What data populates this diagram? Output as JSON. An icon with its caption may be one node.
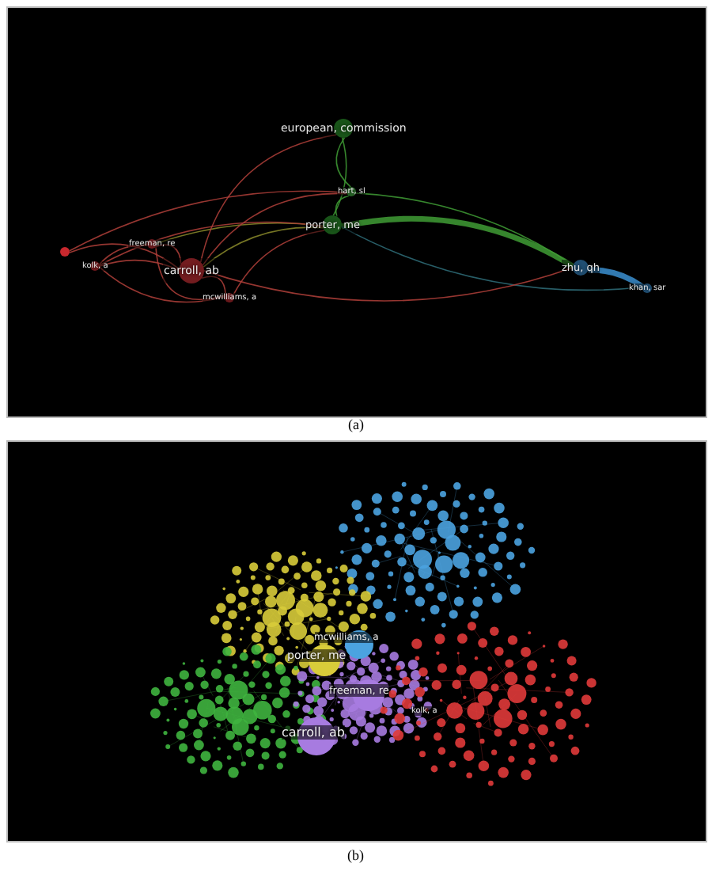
{
  "diagram": {
    "nodes": [
      {
        "text": [
          "european, commission"
        ]
      },
      {
        "text": [
          "hart, sl"
        ]
      },
      {
        "text": [
          "porter, me"
        ]
      },
      {
        "text": [],
        "shape": "circle"
      },
      {
        "text": [
          "freeman, re"
        ]
      },
      {
        "text": [
          "kolk, a"
        ]
      },
      {
        "text": [
          "carroll, ab"
        ]
      },
      {
        "text": [
          "mcwilliams, a"
        ]
      },
      {
        "text": [
          "zhu, qh"
        ]
      },
      {
        "text": [
          "khan, sar"
        ]
      }
    ],
    "edges": [
      {
        "from": 0,
        "to": 1,
        "arrow": "none",
        "color": "#3f9c35"
      },
      {
        "from": 0,
        "to": 2,
        "arrow": "none",
        "color": "#3f9c35"
      },
      {
        "from": 1,
        "to": 2,
        "arrow": "none",
        "color": "#3f9c35"
      },
      {
        "from": 2,
        "to": 8,
        "arrow": "none",
        "style": "thick",
        "color": "#3f9c35"
      },
      {
        "from": 1,
        "to": 8,
        "arrow": "none",
        "color": "#3f9c35"
      },
      {
        "from": 2,
        "to": 9,
        "arrow": "none",
        "color": "#2f6f7a"
      },
      {
        "from": 8,
        "to": 9,
        "arrow": "none",
        "style": "thick",
        "color": "#3b8fd0"
      },
      {
        "from": 6,
        "to": 2,
        "arrow": "none",
        "color": "#8a8a2a"
      },
      {
        "from": 4,
        "to": 2,
        "arrow": "none",
        "color": "#8a8a2a"
      },
      {
        "from": 6,
        "to": 1,
        "arrow": "none"
      },
      {
        "from": 6,
        "to": 0,
        "arrow": "none"
      },
      {
        "from": 6,
        "to": 8,
        "arrow": "none"
      },
      {
        "from": 6,
        "to": 4,
        "arrow": "none"
      },
      {
        "from": 6,
        "to": 5,
        "arrow": "none"
      },
      {
        "from": 6,
        "to": 7,
        "arrow": "none"
      },
      {
        "from": 4,
        "to": 5,
        "arrow": "none"
      },
      {
        "from": 4,
        "to": 7,
        "arrow": "none"
      },
      {
        "from": 5,
        "to": 7,
        "arrow": "none"
      },
      {
        "from": 3,
        "to": 6,
        "arrow": "none"
      },
      {
        "from": 3,
        "to": 1,
        "arrow": "none"
      },
      {
        "from": 7,
        "to": 2,
        "arrow": "none"
      },
      {
        "from": 5,
        "to": 2,
        "arrow": "none"
      }
    ],
    "labels": [
      "(a)",
      "mcwilliams, a",
      "porter, me",
      "freeman, re",
      "kolk, a",
      "carroll, ab",
      "(b)"
    ]
  }
}
